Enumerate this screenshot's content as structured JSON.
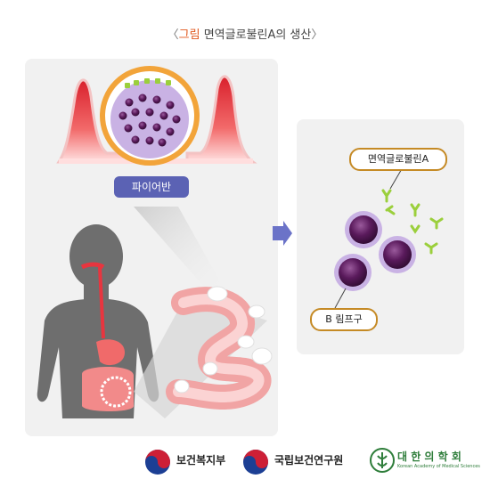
{
  "title": {
    "bracket_open": "〈",
    "tag": "그림",
    "text": "면역글로불린A의 생산",
    "bracket_close": "〉"
  },
  "labels": {
    "peyer": "파이어반",
    "iga": "면역글로불린A",
    "bcell": "B 림프구"
  },
  "logos": {
    "mohw": "보건복지부",
    "neca": "국립보건연구원",
    "kams": "대 한 의 학 회",
    "kams_sub": "Korean Academy of Medical Sciences"
  },
  "colors": {
    "title_tag": "#e0561b",
    "pill_bg": "#5b62b4",
    "callout_border": "#c58a25",
    "ring": "#f2a43a",
    "villus": "#e8353f",
    "cell": "#5a1a5c",
    "antibody": "#9bcf3c",
    "arrow": "#6b73c8"
  },
  "icons": [
    "taegeuk-icon",
    "taegeuk-icon",
    "kams-emblem-icon",
    "arrow-right-icon"
  ]
}
